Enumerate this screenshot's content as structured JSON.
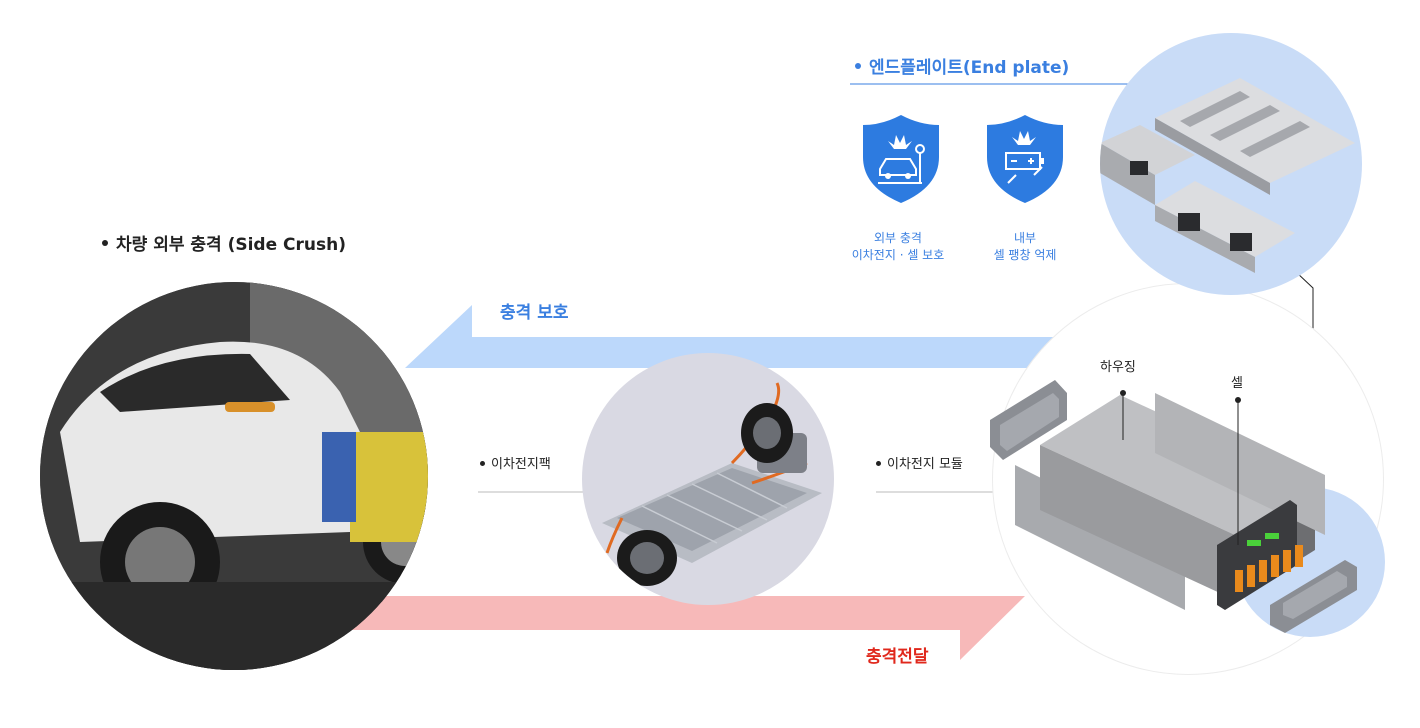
{
  "end_plate": {
    "title": "엔드플레이트(End plate)"
  },
  "features": [
    {
      "icon": "car-impact-shield-icon",
      "line1": "외부 충격",
      "line2": "이차전지 · 셀 보호"
    },
    {
      "icon": "battery-shield-icon",
      "line1": "내부",
      "line2": "셀 팽창 억제"
    }
  ],
  "side_crush": {
    "title": "차량 외부 충격 (Side Crush)"
  },
  "arrows": {
    "protect": "충격 보호",
    "transfer": "충격전달"
  },
  "battery_pack": {
    "label": "이차전지팩"
  },
  "battery_module": {
    "label": "이차전지 모듈"
  },
  "module_parts": {
    "housing": "하우징",
    "cell": "셀"
  },
  "colors": {
    "accent_blue": "#3a7fe0",
    "accent_red": "#e0281c",
    "arrow_blue": "#bcd8fb",
    "arrow_red": "#f7b9b9",
    "circle_blue": "#c9dcf7"
  }
}
